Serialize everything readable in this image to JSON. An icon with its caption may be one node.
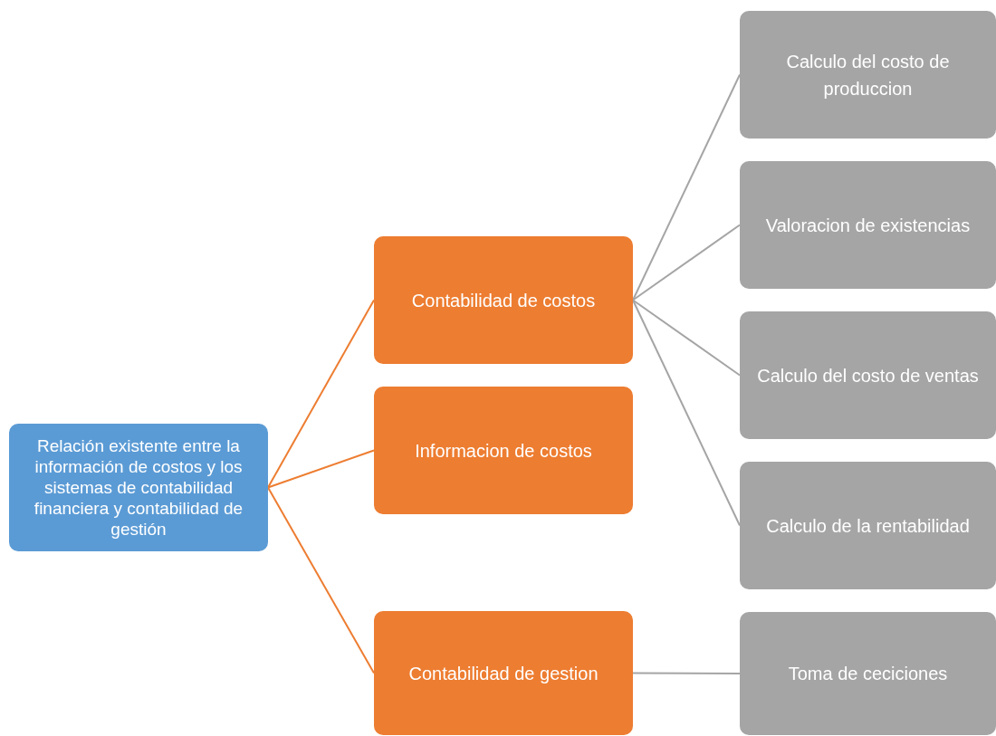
{
  "diagram": {
    "nodes": [
      {
        "text": [
          "Relación existente entre la información de costos y los sistemas de contabilidad financiera y contabilidad de gestión"
        ]
      },
      {
        "text": [
          "Contabilidad de costos"
        ]
      },
      {
        "text": [
          "Informacion de costos"
        ]
      },
      {
        "text": [
          "Contabilidad de gestion"
        ]
      },
      {
        "text": [
          "Calculo del costo de produccion"
        ]
      },
      {
        "text": [
          "Valoracion de existencias"
        ]
      },
      {
        "text": [
          "Calculo del costo de ventas"
        ]
      },
      {
        "text": [
          "Calculo de la rentabilidad"
        ]
      },
      {
        "text": [
          "Toma de ceciciones"
        ]
      }
    ],
    "edges": [
      {
        "from": 0,
        "to": 1,
        "arrow": "none",
        "color": "#ed7d31"
      },
      {
        "from": 0,
        "to": 2,
        "arrow": "none",
        "color": "#ed7d31"
      },
      {
        "from": 0,
        "to": 3,
        "arrow": "none",
        "color": "#ed7d31"
      },
      {
        "from": 1,
        "to": 4,
        "arrow": "none"
      },
      {
        "from": 1,
        "to": 5,
        "arrow": "none"
      },
      {
        "from": 1,
        "to": 6,
        "arrow": "none"
      },
      {
        "from": 1,
        "to": 7,
        "arrow": "none"
      },
      {
        "from": 3,
        "to": 8,
        "arrow": "none"
      }
    ]
  }
}
